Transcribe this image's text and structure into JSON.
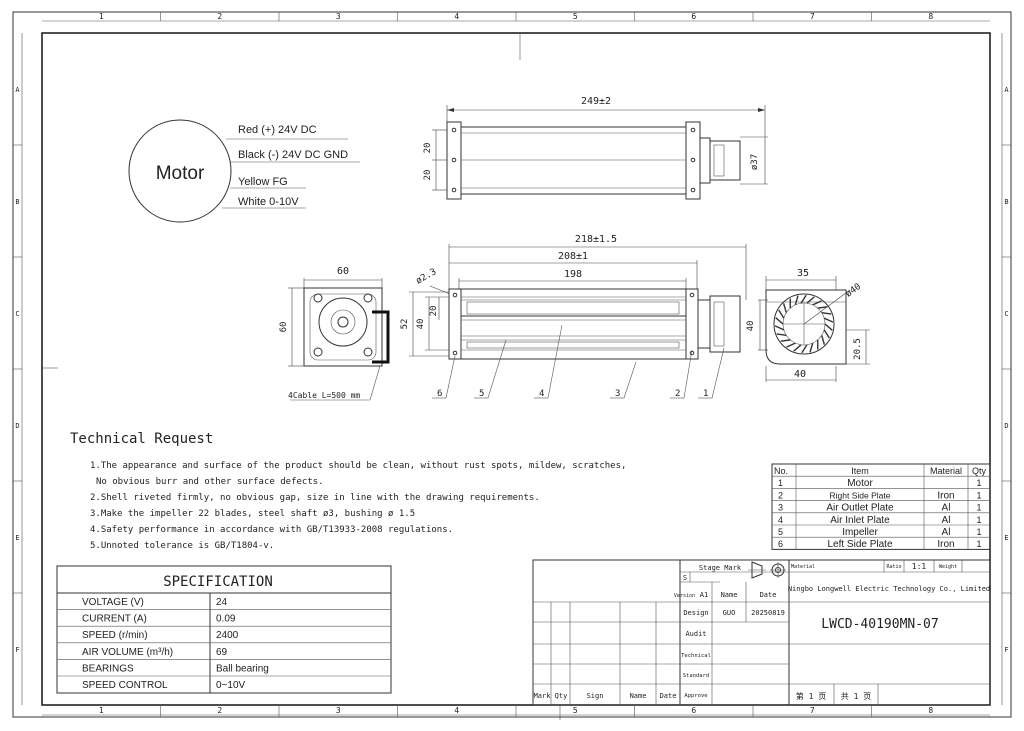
{
  "frame": {
    "columns": [
      "1",
      "2",
      "3",
      "4",
      "5",
      "6",
      "7",
      "8"
    ],
    "rows": [
      "A",
      "B",
      "C",
      "D",
      "E",
      "F"
    ]
  },
  "motor": {
    "label": "Motor",
    "wires": [
      "Red (+) 24V DC",
      "Black (-) 24V DC GND",
      "Yellow FG",
      "White 0-10V"
    ]
  },
  "dimensions": {
    "top_length": "249±2",
    "top_h1": "20",
    "top_h2": "20",
    "top_dia": "ø37",
    "front_218": "218±1.5",
    "front_208": "208±1",
    "front_198": "198",
    "front_hole": "ø2.3",
    "front_52": "52",
    "front_40": "40",
    "front_20": "20",
    "left_60w": "60",
    "left_60h": "60",
    "cable": "4Cable L=500 mm",
    "right_35": "35",
    "right_40h": "40",
    "right_dia": "ø40",
    "right_205": "20.5",
    "right_40w": "40"
  },
  "callouts": [
    "6",
    "5",
    "4",
    "3",
    "2",
    "1"
  ],
  "tech": {
    "title": "Technical Request",
    "lines": [
      "1.The appearance and surface of the product should be clean, without rust spots, mildew, scratches,",
      "No obvious burr and other surface defects.",
      "2.Shell riveted firmly, no obvious gap, size in line with the drawing requirements.",
      "3.Make the impeller 22 blades, steel shaft ø3, bushing ø 1.5",
      "4.Safety performance in accordance with GB/T13933-2008 regulations.",
      "5.Unnoted tolerance is GB/T1804-v."
    ]
  },
  "spec": {
    "title": "SPECIFICATION",
    "rows": [
      {
        "k": "VOLTAGE  (V)",
        "v": "24"
      },
      {
        "k": "CURRENT  (A)",
        "v": "0.09"
      },
      {
        "k": "SPEED   (r/min)",
        "v": "2400"
      },
      {
        "k": "AIR  VOLUME   (m³/h)",
        "v": "69"
      },
      {
        "k": "BEARINGS",
        "v": "Ball bearing"
      },
      {
        "k": "SPEED CONTROL",
        "v": "0~10V"
      }
    ]
  },
  "bom": {
    "headers": [
      "No.",
      "Item",
      "Material",
      "Qty"
    ],
    "rows": [
      [
        "1",
        "Motor",
        "",
        "1"
      ],
      [
        "2",
        "Right Side Plate",
        "Iron",
        "1"
      ],
      [
        "3",
        "Air Outlet Plate",
        "Al",
        "1"
      ],
      [
        "4",
        "Air Inlet Plate",
        "Al",
        "1"
      ],
      [
        "5",
        "Impeller",
        "Al",
        "1"
      ],
      [
        "6",
        "Left Side Plate",
        "Iron",
        "1"
      ]
    ]
  },
  "title_block": {
    "material_label": "Material",
    "ratio_label": "Ratio",
    "ratio": "1:1",
    "weight_label": "Weight",
    "stage_mark": "Stage Mark",
    "stage_s": "S",
    "version_label": "Version",
    "version": "A1",
    "name_label": "Name",
    "date_label": "Date",
    "company": "Ningbo Longwell Electric Technology  Co., Limited",
    "design_label": "Design",
    "designer": "GUO",
    "design_date": "20250819",
    "audit_label": "Audit",
    "technical_label": "Technical",
    "standard_label": "Standard",
    "approve_label": "Approve",
    "drawing_no": "LWCD-40190MN-07",
    "mark_label": "Mark",
    "qty_label": "Qty",
    "sign_label": "Sign",
    "name2_label": "Name",
    "date2_label": "Date",
    "page1": "第 1 页",
    "page2": "共 1 页"
  }
}
